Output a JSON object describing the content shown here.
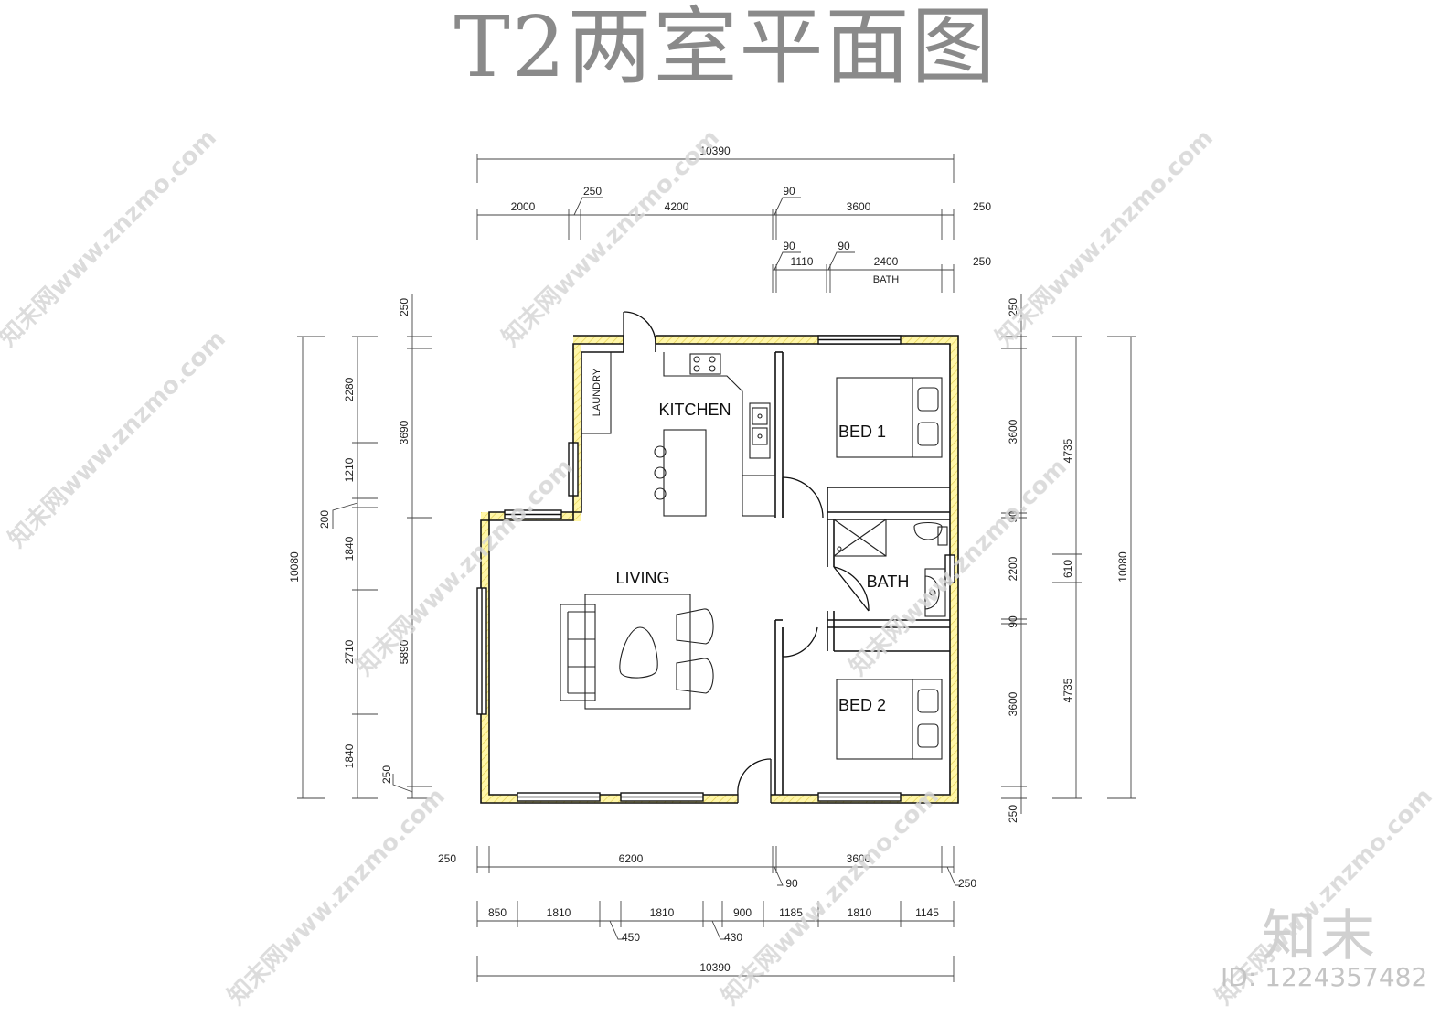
{
  "title": "T2两室平面图",
  "rooms": {
    "kitchen": "KITCHEN",
    "laundry": "LAUNDRY",
    "living": "LIVING",
    "bed1": "BED 1",
    "bed2": "BED 2",
    "bath": "BATH",
    "bath_dim_label": "BATH"
  },
  "dims_top": {
    "overall": "10390",
    "r1": [
      "2000",
      "250",
      "4200",
      "90",
      "3600",
      "250"
    ],
    "r2": [
      "90",
      "1110",
      "90",
      "2400",
      "250"
    ]
  },
  "dims_bottom": {
    "r1": [
      "250",
      "6200",
      "3600",
      "90",
      "250"
    ],
    "r2": [
      "850",
      "1810",
      "1810",
      "900",
      "1185",
      "1810",
      "1145",
      "450",
      "430"
    ],
    "overall": "10390"
  },
  "dims_left": {
    "overall": "10080",
    "r1": [
      "250",
      "2280",
      "1210",
      "200",
      "1840",
      "2710",
      "1840",
      "250"
    ],
    "r2": [
      "3690",
      "5890"
    ]
  },
  "dims_right": {
    "r1": [
      "250",
      "3600",
      "90",
      "2200",
      "90",
      "3600",
      "250"
    ],
    "r2": [
      "4735",
      "610",
      "4735"
    ],
    "overall": "10080"
  },
  "watermark": {
    "text": "知末网www.znzmo.com",
    "brand": "知末",
    "id": "ID: 1224357482"
  }
}
